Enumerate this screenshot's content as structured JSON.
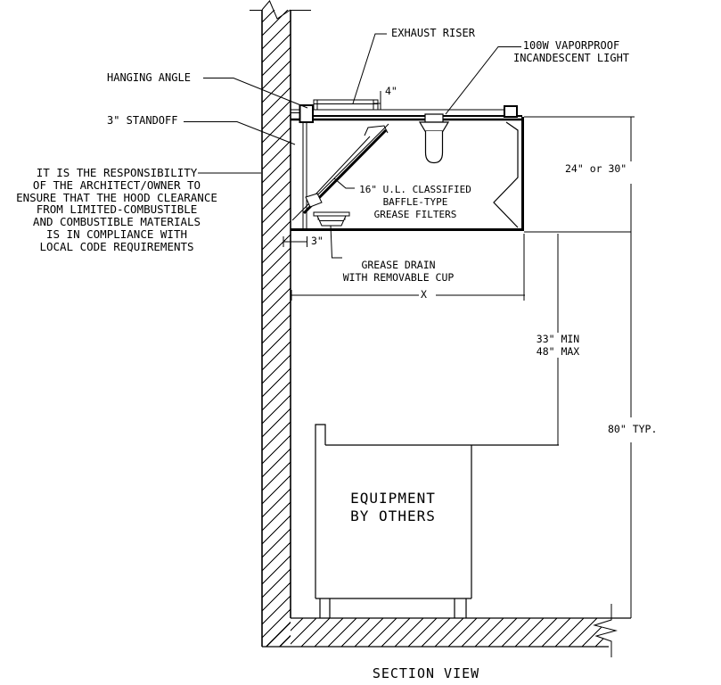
{
  "drawing": {
    "title": "SECTION VIEW",
    "labels": {
      "exhaust_riser": "EXHAUST RISER",
      "light_line1": "100W VAPORPROOF",
      "light_line2": "INCANDESCENT LIGHT",
      "hanging_angle": "HANGING ANGLE",
      "standoff": "3\" STANDOFF",
      "filter_line1": "16\" U.L. CLASSIFIED",
      "filter_line2": "BAFFLE-TYPE",
      "filter_line3": "GREASE FILTERS",
      "grease_drain_line1": "GREASE DRAIN",
      "grease_drain_line2": "WITH REMOVABLE CUP",
      "equipment_line1": "EQUIPMENT",
      "equipment_line2": "BY OTHERS"
    },
    "note_lines": [
      "IT IS THE RESPONSIBILITY",
      "OF THE ARCHITECT/OWNER TO",
      "ENSURE THAT THE HOOD CLEARANCE",
      "FROM LIMITED-COMBUSTIBLE",
      "AND COMBUSTIBLE MATERIALS",
      "IS IN COMPLIANCE WITH",
      "LOCAL CODE REQUIREMENTS"
    ],
    "dimensions": {
      "riser_height": "4\"",
      "standoff_gap": "3\"",
      "hood_depth": "24\" or 30\"",
      "hood_width": "X",
      "hood_to_equipment_min": "33\" MIN",
      "hood_to_equipment_max": "48\" MAX",
      "floor_to_hood": "80\" TYP."
    },
    "colors": {
      "line": "#000000",
      "background": "#ffffff"
    }
  }
}
